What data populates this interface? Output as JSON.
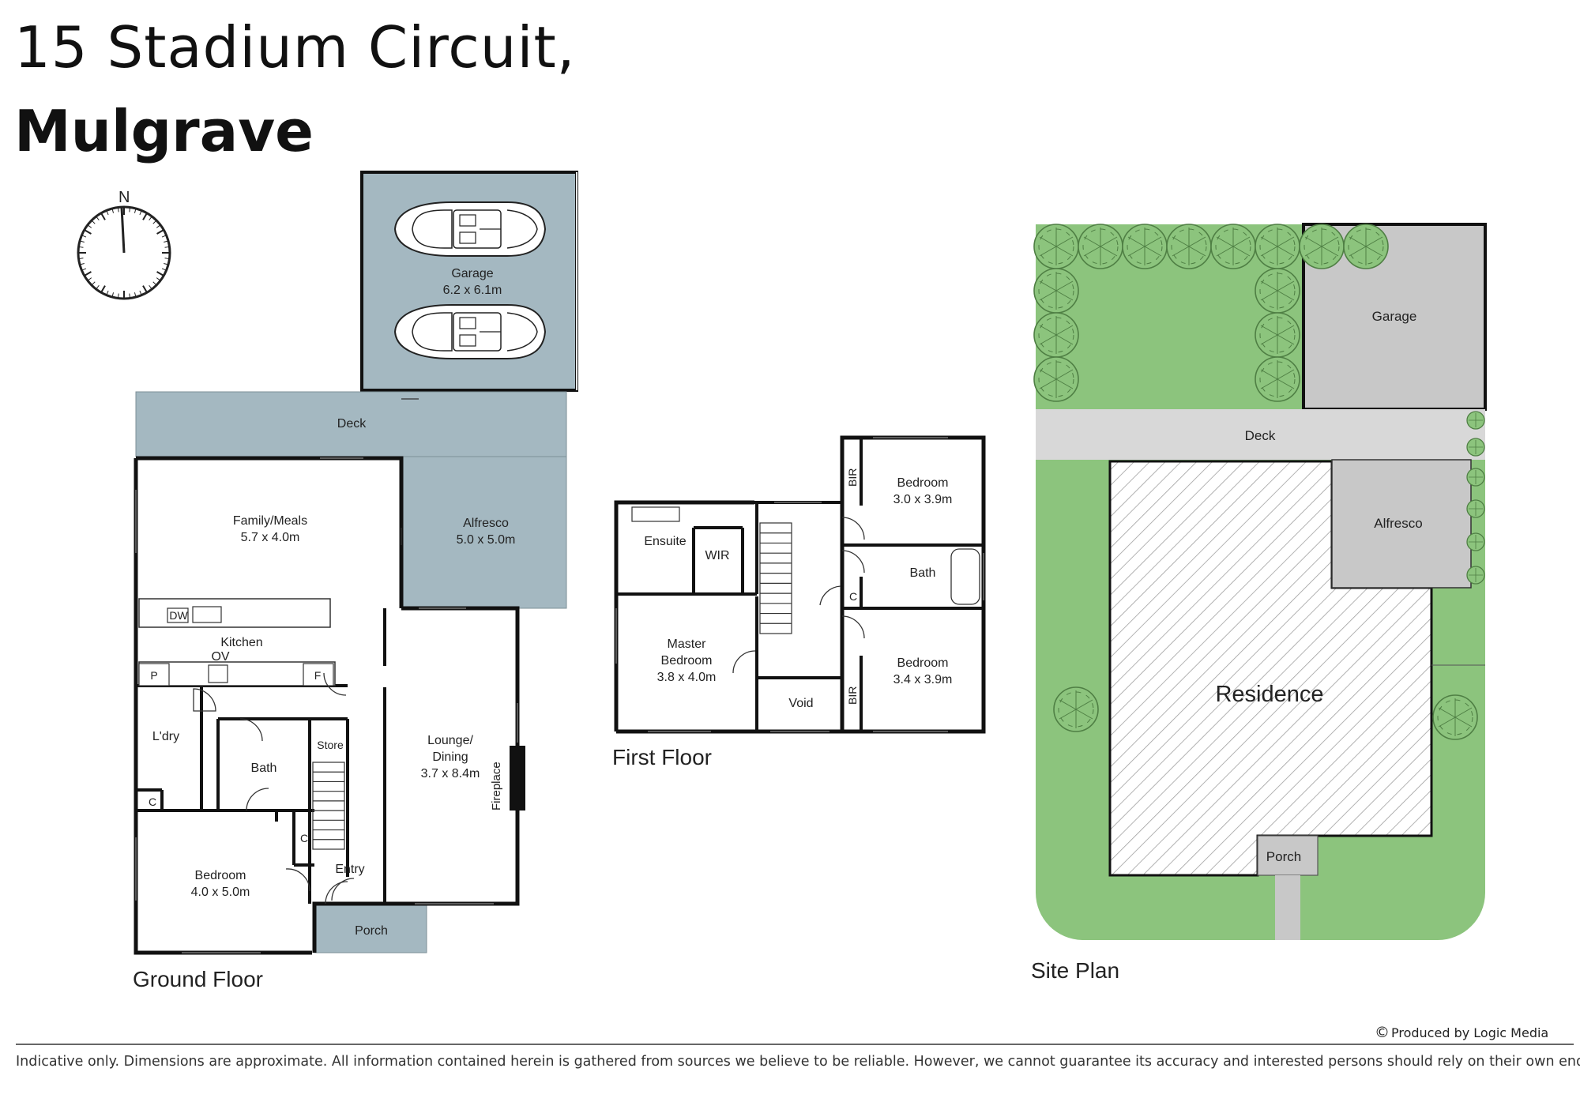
{
  "title": {
    "line1": "15 Stadium Circuit,",
    "line2": "Mulgrave"
  },
  "compass": {
    "north_label": "N"
  },
  "ground_floor": {
    "label": "Ground Floor",
    "rooms": {
      "garage": {
        "name": "Garage",
        "dims": "6.2 x 6.1m"
      },
      "deck": {
        "name": "Deck"
      },
      "family": {
        "name": "Family/Meals",
        "dims": "5.7 x 4.0m"
      },
      "alfresco": {
        "name": "Alfresco",
        "dims": "5.0 x 5.0m"
      },
      "kitchen": {
        "name": "Kitchen"
      },
      "lounge": {
        "name1": "Lounge/",
        "name2": "Dining",
        "dims": "3.7 x 8.4m"
      },
      "laundry": {
        "name": "L'dry"
      },
      "bath": {
        "name": "Bath"
      },
      "store": {
        "name": "Store"
      },
      "bedroom": {
        "name": "Bedroom",
        "dims": "4.0 x 5.0m"
      },
      "entry": {
        "name": "Entry"
      },
      "porch": {
        "name": "Porch"
      },
      "fireplace": {
        "name": "Fireplace"
      }
    },
    "fixtures": {
      "dw": "DW",
      "ov": "OV",
      "pantry": "P",
      "fridge": "F",
      "cupboard1": "C",
      "cupboard2": "C"
    }
  },
  "first_floor": {
    "label": "First Floor",
    "rooms": {
      "ensuite": {
        "name": "Ensuite"
      },
      "wir": {
        "name": "WIR"
      },
      "master": {
        "name1": "Master",
        "name2": "Bedroom",
        "dims": "3.8 x 4.0m"
      },
      "void": {
        "name": "Void"
      },
      "bedroom2": {
        "name": "Bedroom",
        "dims": "3.0 x 3.9m"
      },
      "bath": {
        "name": "Bath"
      },
      "bedroom3": {
        "name": "Bedroom",
        "dims": "3.4 x 3.9m"
      }
    },
    "fixtures": {
      "bir1": "BIR",
      "bir2": "BIR",
      "cupboard": "C"
    }
  },
  "site_plan": {
    "label": "Site Plan",
    "areas": {
      "garage": "Garage",
      "deck": "Deck",
      "alfresco": "Alfresco",
      "residence": "Residence",
      "porch": "Porch"
    }
  },
  "colors": {
    "outdoor_fill": "#a4b8c1",
    "lawn": "#8cc47d",
    "paving": "#c8c8c8",
    "paving_light": "#d8d8d8",
    "wall": "#111111"
  },
  "footer": {
    "credit": "Produced by Logic Media",
    "copyright_symbol": "©",
    "disclaimer": "Indicative only. Dimensions are approximate. All information contained herein is gathered from sources we believe to be reliable. However, we cannot guarantee its accuracy and interested persons should rely on their own enquiries."
  }
}
